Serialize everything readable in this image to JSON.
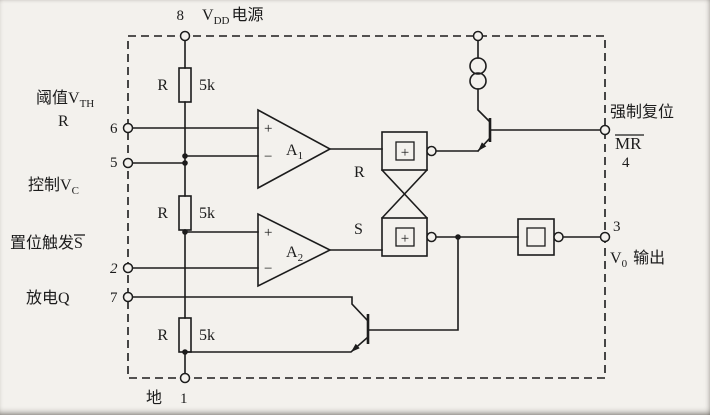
{
  "background": "#f3f1ed",
  "ink": "#1c1c1c",
  "pins": {
    "p8": {
      "num": "8",
      "label_v": "V",
      "label_v_sub": "DD",
      "label_text": "电源"
    },
    "p6": {
      "num": "6",
      "line1_main": "阈值V",
      "line1_sub": "TH",
      "line2": "R"
    },
    "p5": {
      "num": "5",
      "label_main": "控制V",
      "label_sub": "C"
    },
    "p2": {
      "num": "2",
      "label_main": "置位触发",
      "label_over": "S"
    },
    "p7": {
      "num": "7",
      "label": "放电Q"
    },
    "p1": {
      "num": "1",
      "label": "地"
    },
    "p4": {
      "num": "4",
      "label_line1": "强制复位",
      "label_over": "MR"
    },
    "p3": {
      "num": "3",
      "label_v": "V",
      "label_v_sub": "0",
      "label_text": "输出"
    }
  },
  "resistors": {
    "r1": {
      "name": "R",
      "value": "5k"
    },
    "r2": {
      "name": "R",
      "value": "5k"
    },
    "r3": {
      "name": "R",
      "value": "5k"
    }
  },
  "comparators": {
    "a1": {
      "plus": "+",
      "minus": "−",
      "name": "A",
      "sub": "1"
    },
    "a2": {
      "plus": "+",
      "minus": "−",
      "name": "A",
      "sub": "2"
    }
  },
  "flipflop": {
    "r_label": "R",
    "s_label": "S",
    "gate_symbol": "+"
  }
}
